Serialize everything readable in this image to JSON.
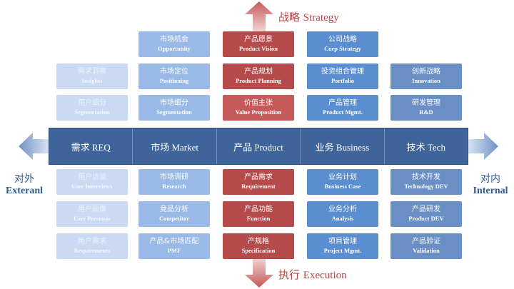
{
  "top_label": {
    "zh": "战略",
    "en": "Strategy"
  },
  "bottom_label": {
    "zh": "执行",
    "en": "Execution"
  },
  "left_label": {
    "zh": "对外",
    "en": "Exteranl"
  },
  "right_label": {
    "zh": "对内",
    "en": "Internal"
  },
  "band": [
    "需求 REQ",
    "市场 Market",
    "产品 Product",
    "业务 Business",
    "技术 Tech"
  ],
  "colors": {
    "band": "#3f6499",
    "red": "#b54b4b",
    "blue": "#5b8dd1",
    "light": "#c9daf2",
    "arrow_red": "#d98585",
    "arrow_blue": "#9bb4d8"
  },
  "columns": {
    "req_top": [
      {
        "zh": "需求洞察",
        "en": "Insights"
      },
      {
        "zh": "用户细分",
        "en": "Segmentation"
      }
    ],
    "market_top": [
      {
        "zh": "市场机会",
        "en": "Opportunity"
      },
      {
        "zh": "市场定位",
        "en": "Positioning"
      },
      {
        "zh": "市场细分",
        "en": "Segmentation"
      }
    ],
    "product_top": [
      {
        "zh": "产品愿景",
        "en": "Product Vision"
      },
      {
        "zh": "产品规划",
        "en": "Product Planning"
      },
      {
        "zh": "价值主张",
        "en": "Value Proposition"
      }
    ],
    "business_top": [
      {
        "zh": "公司战略",
        "en": "Corp Strategy"
      },
      {
        "zh": "投资组合管理",
        "en": "Portfolio"
      },
      {
        "zh": "产品管理",
        "en": "Product Mgmt."
      }
    ],
    "tech_top": [
      {
        "zh": "创新战略",
        "en": "Innovation"
      },
      {
        "zh": "研发管理",
        "en": "R&D"
      }
    ],
    "req_bottom": [
      {
        "zh": "用户访谈",
        "en": "User Interviews"
      },
      {
        "zh": "用户画像",
        "en": "User Personas"
      },
      {
        "zh": "用户需求",
        "en": "Requirements"
      }
    ],
    "market_bottom": [
      {
        "zh": "市场调研",
        "en": "Research"
      },
      {
        "zh": "竞品分析",
        "en": "Competitor"
      },
      {
        "zh": "产品&市场匹配",
        "en": "PMF"
      }
    ],
    "product_bottom": [
      {
        "zh": "产品需求",
        "en": "Requirement"
      },
      {
        "zh": "产品功能",
        "en": "Function"
      },
      {
        "zh": "产规格",
        "en": "Specification"
      }
    ],
    "business_bottom": [
      {
        "zh": "业务计划",
        "en": "Business Case"
      },
      {
        "zh": "业务分析",
        "en": "Analysis"
      },
      {
        "zh": "项目管理",
        "en": "Project Mgmt."
      }
    ],
    "tech_bottom": [
      {
        "zh": "技术开发",
        "en": "Technology DEV"
      },
      {
        "zh": "产品研发",
        "en": "Product DEV"
      },
      {
        "zh": "产品验证",
        "en": "Validation"
      }
    ]
  }
}
